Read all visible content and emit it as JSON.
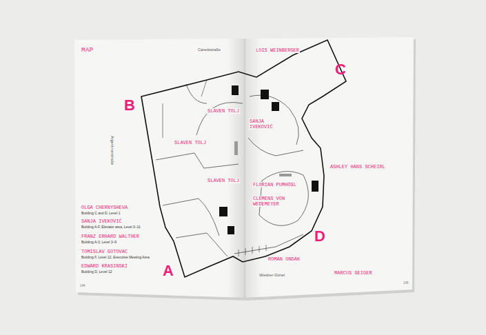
{
  "diagram": {
    "title": "MAP",
    "labels": [
      "Canettistraße",
      "LOIS WEINBERGER",
      "C",
      "B",
      "SLAVEN TOLJ",
      "SANJA IVEKOVIĆ",
      "Argentinierstraße",
      "SLAVEN TOLJ",
      "ASHLEY HANS SCHEIRL",
      "SLAVEN TOLJ",
      "FLORIAN PUMHÖSL",
      "CLEMENS VON WEDEMEYER",
      "D",
      "OLGA CHERNYSHEVA",
      "Building C and D, Level 1",
      "SANJA IVEKOVIĆ",
      "Building A-F, Elevator area, Level 0–11",
      "FRANZ ERHARD WALTHER",
      "Building A-3, Level 3–9",
      "TOMISLAV GOTOVAC",
      "Building F, Level 12, Executive Meeting Area",
      "EDWARD KRASIŃSKI",
      "Building D, Level 12",
      "A",
      "ROMAN ONDÁK",
      "Wiedner Gürtel",
      "MARCUS GEIGER",
      "144",
      "145"
    ]
  }
}
